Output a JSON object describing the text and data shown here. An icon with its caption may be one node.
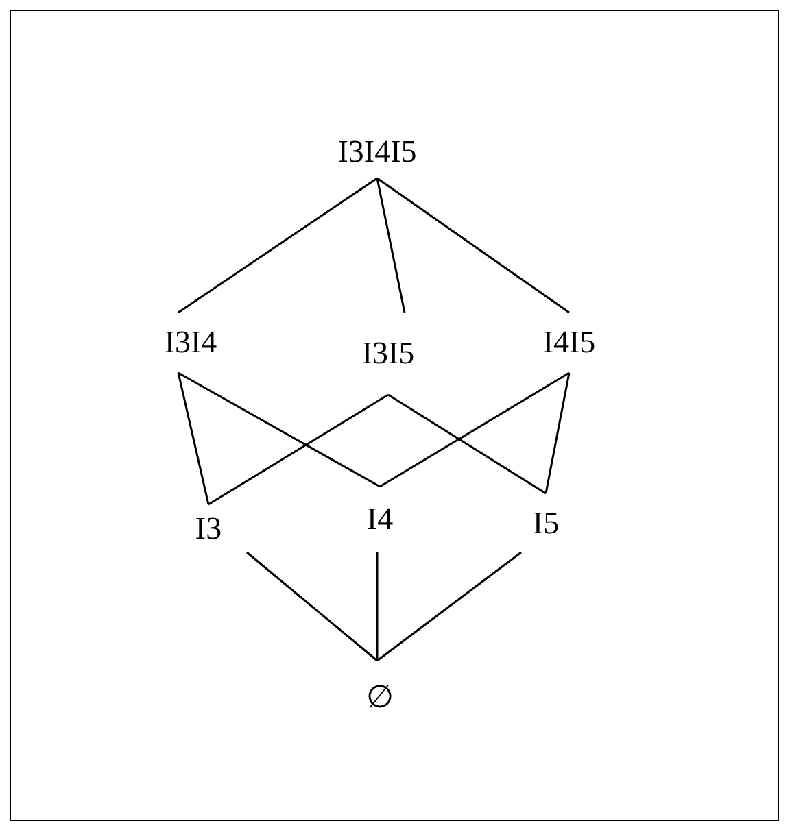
{
  "diagram": {
    "nodes": [
      {
        "text": [
          "I3I4I5"
        ]
      },
      {
        "text": [
          "I3I4"
        ]
      },
      {
        "text": [
          "I3I5"
        ]
      },
      {
        "text": [
          "I4I5"
        ]
      },
      {
        "text": [
          "I3"
        ]
      },
      {
        "text": [
          "I4"
        ]
      },
      {
        "text": [
          "I5"
        ]
      },
      {
        "text": [
          "∅"
        ]
      }
    ],
    "edges": [
      {
        "from": 0,
        "to": 1,
        "arrow": "none"
      },
      {
        "from": 0,
        "to": 2,
        "arrow": "none"
      },
      {
        "from": 0,
        "to": 3,
        "arrow": "none"
      },
      {
        "from": 1,
        "to": 4,
        "arrow": "none"
      },
      {
        "from": 1,
        "to": 5,
        "arrow": "none"
      },
      {
        "from": 2,
        "to": 4,
        "arrow": "none"
      },
      {
        "from": 2,
        "to": 6,
        "arrow": "none"
      },
      {
        "from": 3,
        "to": 5,
        "arrow": "none"
      },
      {
        "from": 3,
        "to": 6,
        "arrow": "none"
      },
      {
        "from": 4,
        "to": 7,
        "arrow": "none"
      },
      {
        "from": 5,
        "to": 7,
        "arrow": "none"
      },
      {
        "from": 6,
        "to": 7,
        "arrow": "none"
      }
    ]
  }
}
